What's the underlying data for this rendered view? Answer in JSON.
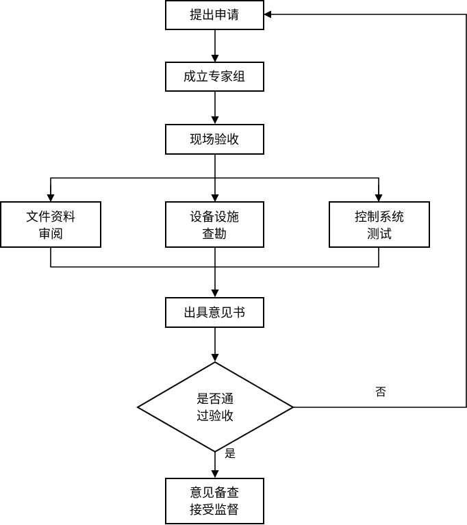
{
  "nodes": {
    "apply": {
      "lines": [
        "提出申请"
      ]
    },
    "expert_group": {
      "lines": [
        "成立专家组"
      ]
    },
    "onsite": {
      "lines": [
        "现场验收"
      ]
    },
    "doc_review": {
      "lines": [
        "文件资料",
        "审阅"
      ]
    },
    "equipment": {
      "lines": [
        "设备设施",
        "查勘"
      ]
    },
    "control_test": {
      "lines": [
        "控制系统",
        "测试"
      ]
    },
    "opinion": {
      "lines": [
        "出具意见书"
      ]
    },
    "decision": {
      "lines": [
        "是否通",
        "过验收"
      ]
    },
    "archive": {
      "lines": [
        "意见备查",
        "接受监督"
      ]
    }
  },
  "edges": {
    "no_label": "否",
    "yes_label": "是"
  }
}
